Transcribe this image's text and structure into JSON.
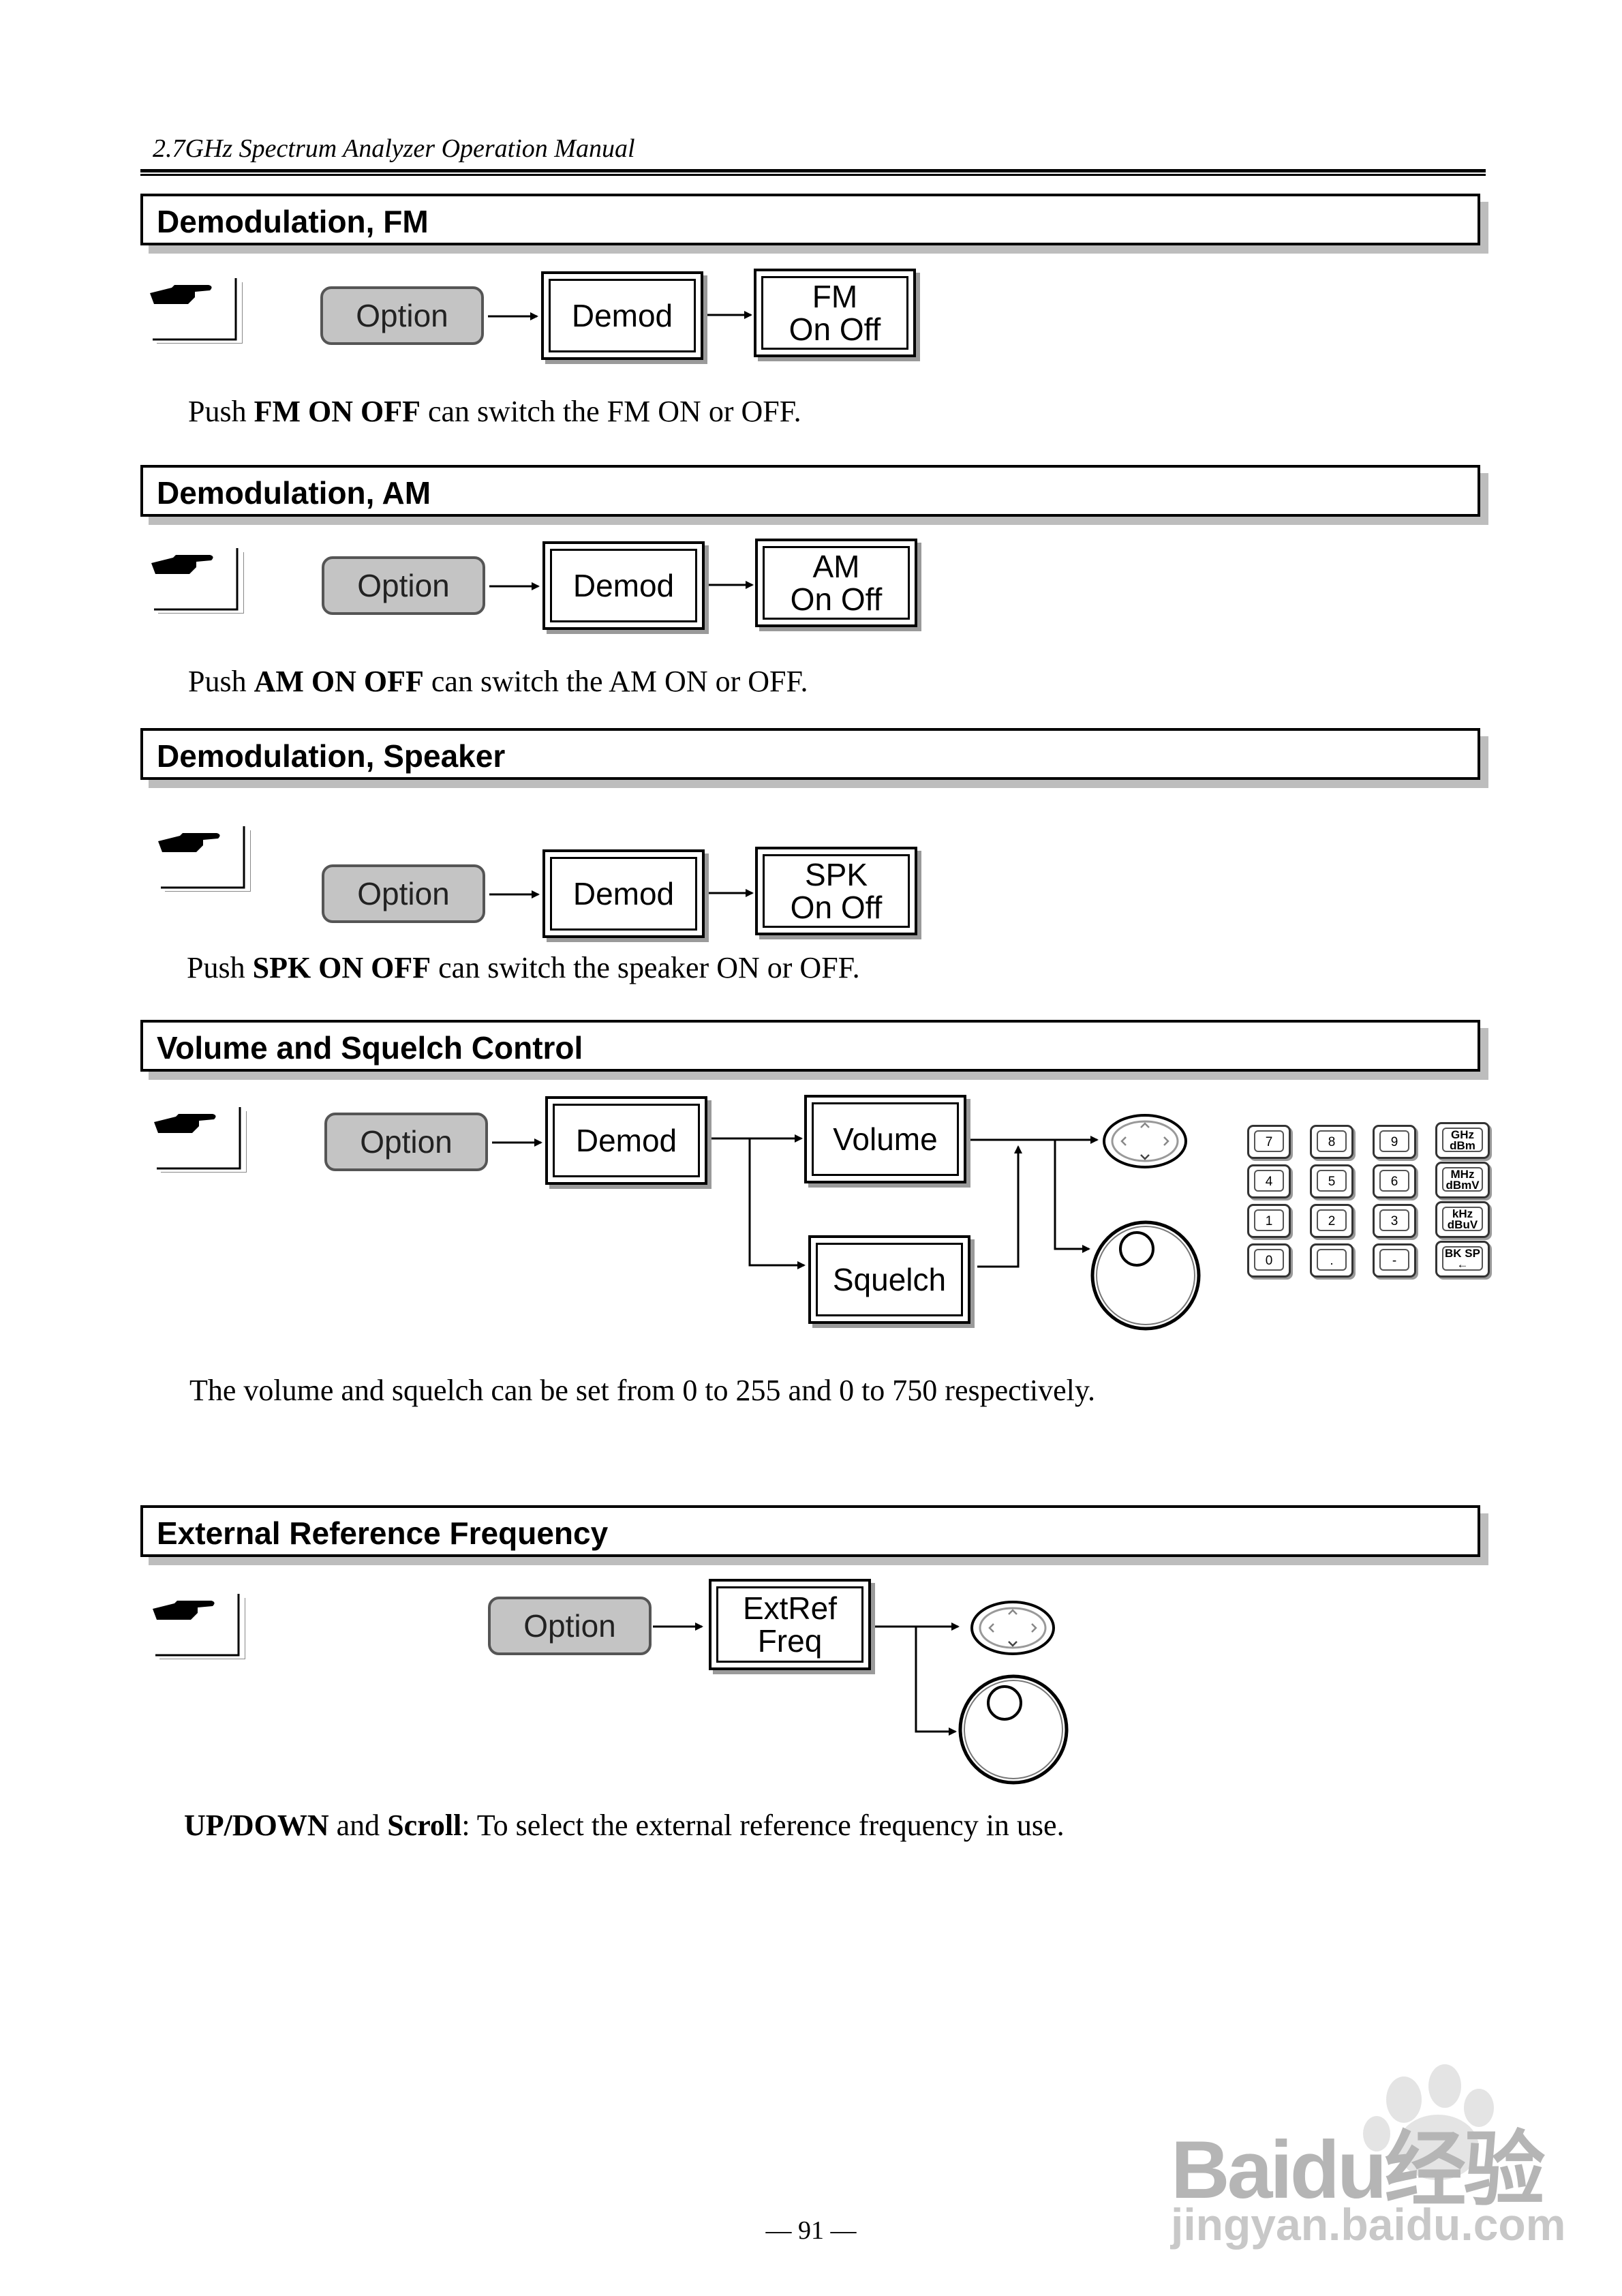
{
  "header": {
    "title": "2.7GHz Spectrum Analyzer Operation Manual"
  },
  "sections": [
    {
      "title": "Demodulation, FM",
      "keys": [
        "Option",
        "Demod",
        "FM\nOn Off"
      ],
      "text_prefix": "Push ",
      "text_bold": "FM ON OFF",
      "text_suffix": " can switch the FM ON or OFF."
    },
    {
      "title": "Demodulation, AM",
      "keys": [
        "Option",
        "Demod",
        "AM\nOn Off"
      ],
      "text_prefix": "Push ",
      "text_bold": "AM ON OFF",
      "text_suffix": " can switch the AM ON or OFF."
    },
    {
      "title": "Demodulation, Speaker",
      "keys": [
        "Option",
        "Demod",
        "SPK\nOn Off"
      ],
      "text_prefix": "Push ",
      "text_bold": "SPK ON OFF",
      "text_suffix": " can switch the speaker ON or OFF."
    },
    {
      "title": "Volume and Squelch Control",
      "keys": [
        "Option",
        "Demod",
        "Volume",
        "Squelch"
      ],
      "text": "The volume and squelch can be set from 0 to 255 and 0 to 750 respectively."
    },
    {
      "title": "External Reference Frequency",
      "keys": [
        "Option",
        "ExtRef\nFreq"
      ],
      "text_bold1": "UP/DOWN",
      "text_mid": " and ",
      "text_bold2": "Scroll",
      "text_suffix": ": To select the external reference frequency in use."
    }
  ],
  "keypad": {
    "digits": [
      "7",
      "8",
      "9",
      "4",
      "5",
      "6",
      "1",
      "2",
      "3",
      "0",
      ".",
      "-"
    ],
    "units": [
      [
        "GHz",
        "dBm"
      ],
      [
        "MHz",
        "dBmV"
      ],
      [
        "kHz",
        "dBuV"
      ],
      [
        "BK SP",
        "←"
      ]
    ]
  },
  "icons": [
    "pointing-hand-icon",
    "arrow-keys-icon",
    "rotary-knob-icon"
  ],
  "footer": {
    "page_number": "— 91 —"
  },
  "watermark": {
    "brand": "Baidu经验",
    "url": "jingyan.baidu.com"
  }
}
